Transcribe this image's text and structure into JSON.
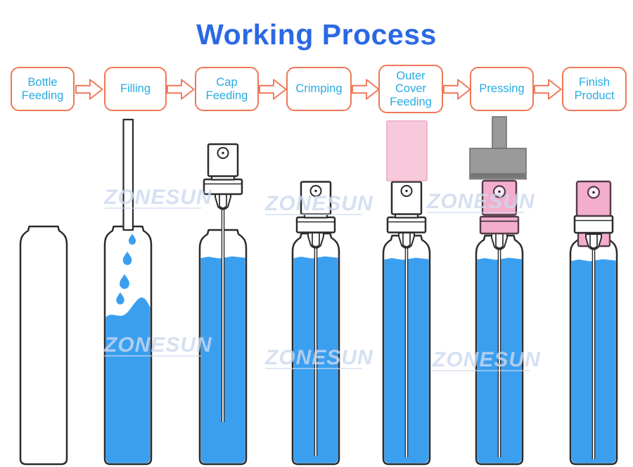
{
  "title": "Working Process",
  "steps": [
    {
      "label": "Bottle Feeding"
    },
    {
      "label": "Filling"
    },
    {
      "label": "Cap Feeding"
    },
    {
      "label": "Crimping"
    },
    {
      "label": "Outer Cover Feeding"
    },
    {
      "label": "Pressing"
    },
    {
      "label": "Finish Product"
    }
  ],
  "watermark": "ZONESUN",
  "colors": {
    "title-blue": "#2b69e3",
    "step-border": "#ef7757",
    "step-text": "#29abe2",
    "outline": "#2b2b2b",
    "liquid-blue": "#3b9ff0",
    "cover-pink-light": "#f8c9db",
    "cover-pink-deep": "#f3aecd",
    "press-gray": "#9a9a9a",
    "press-gray-dark": "#767676",
    "watermark-blue": "#ccd9ef"
  },
  "illustrations": [
    {
      "name": "empty-bottle-icon",
      "step": "Bottle Feeding"
    },
    {
      "name": "filling-nozzle-bottle-icon",
      "step": "Filling"
    },
    {
      "name": "spray-pump-above-bottle-icon",
      "step": "Cap Feeding"
    },
    {
      "name": "pump-crimped-bottle-icon",
      "step": "Crimping"
    },
    {
      "name": "outer-cover-above-bottle-icon",
      "step": "Outer Cover Feeding"
    },
    {
      "name": "press-head-on-bottle-icon",
      "step": "Pressing"
    },
    {
      "name": "finished-spray-bottle-icon",
      "step": "Finish Product"
    }
  ]
}
